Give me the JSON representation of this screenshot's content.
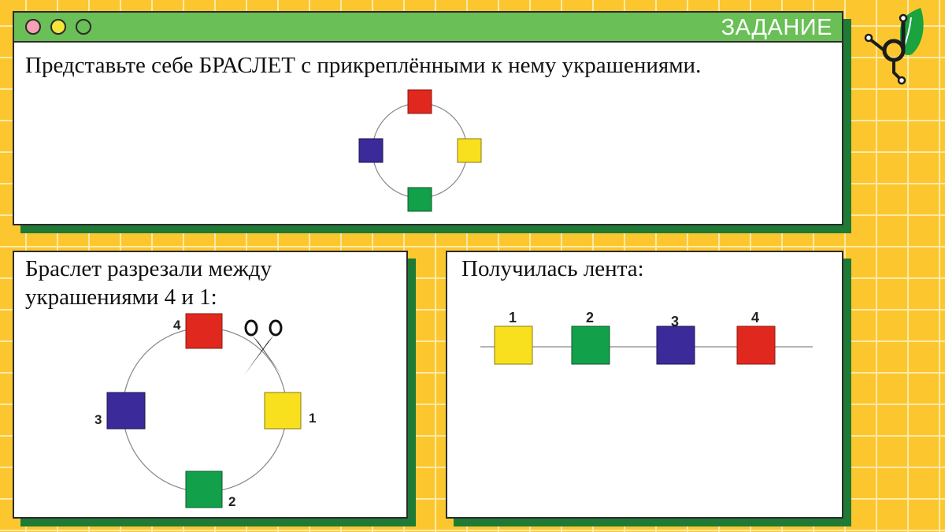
{
  "header": {
    "title": "ЗАДАНИЕ"
  },
  "task": {
    "text": "Представьте себе БРАСЛЕТ с прикреплёнными к нему украшениями."
  },
  "cut": {
    "line1": "Браслет разрезали между",
    "line2": "украшениями 4 и 1:"
  },
  "result": {
    "text": "Получилась лента:"
  },
  "bead_labels": [
    "1",
    "2",
    "3",
    "4"
  ],
  "colors": {
    "background": "#fcc72e",
    "titlebar": "#6abf56",
    "shadow": "#1e7a35",
    "bead_red": "#e0281e",
    "bead_yellow": "#f8e01e",
    "bead_green": "#13a04a",
    "bead_blue": "#3a2a9a"
  },
  "icons": {
    "logo": "sprout-circuit-logo",
    "scissors": "scissors-icon"
  }
}
